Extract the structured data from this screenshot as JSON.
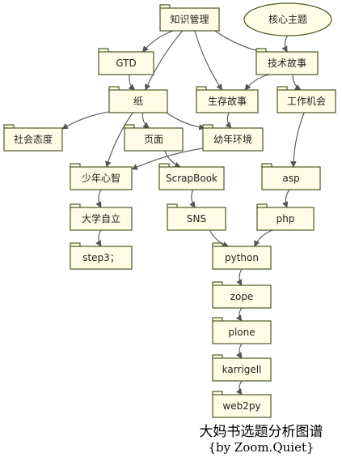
{
  "nodes": [
    {
      "id": "zhishi",
      "label": "知识管理",
      "shape": "folder"
    },
    {
      "id": "hexin",
      "label": "核心主题",
      "shape": "ellipse"
    },
    {
      "id": "gtd",
      "label": "GTD",
      "shape": "folder"
    },
    {
      "id": "jishu",
      "label": "技术故事",
      "shape": "folder"
    },
    {
      "id": "zhi",
      "label": "纸",
      "shape": "folder"
    },
    {
      "id": "shengcun",
      "label": "生存故事",
      "shape": "folder"
    },
    {
      "id": "gongzuo",
      "label": "工作机会",
      "shape": "folder"
    },
    {
      "id": "shehui",
      "label": "社会态度",
      "shape": "folder"
    },
    {
      "id": "yemian",
      "label": "页面",
      "shape": "folder"
    },
    {
      "id": "younian",
      "label": "幼年环境",
      "shape": "folder"
    },
    {
      "id": "shaonian",
      "label": "少年心智",
      "shape": "folder"
    },
    {
      "id": "scrapbook",
      "label": "ScrapBook",
      "shape": "folder"
    },
    {
      "id": "asp",
      "label": "asp",
      "shape": "folder"
    },
    {
      "id": "daxue",
      "label": "大学自立",
      "shape": "folder"
    },
    {
      "id": "sns",
      "label": "SNS",
      "shape": "folder"
    },
    {
      "id": "php",
      "label": "php",
      "shape": "folder"
    },
    {
      "id": "step3",
      "label": "step3；",
      "shape": "folder"
    },
    {
      "id": "python",
      "label": "python",
      "shape": "folder"
    },
    {
      "id": "zope",
      "label": "zope",
      "shape": "folder"
    },
    {
      "id": "plone",
      "label": "plone",
      "shape": "folder"
    },
    {
      "id": "karrigell",
      "label": "karrigell",
      "shape": "folder"
    },
    {
      "id": "web2py",
      "label": "web2py",
      "shape": "folder"
    }
  ],
  "edges": [
    [
      "zhishi",
      "gtd"
    ],
    [
      "zhishi",
      "zhi"
    ],
    [
      "zhishi",
      "shengcun"
    ],
    [
      "zhishi",
      "jishu"
    ],
    [
      "hexin",
      "jishu"
    ],
    [
      "jishu",
      "shengcun"
    ],
    [
      "jishu",
      "gongzuo"
    ],
    [
      "gtd",
      "zhi"
    ],
    [
      "zhi",
      "shehui"
    ],
    [
      "zhi",
      "yemian"
    ],
    [
      "zhi",
      "younian"
    ],
    [
      "zhi",
      "shaonian"
    ],
    [
      "shengcun",
      "younian"
    ],
    [
      "younian",
      "shaonian"
    ],
    [
      "yemian",
      "scrapbook"
    ],
    [
      "gongzuo",
      "asp"
    ],
    [
      "shaonian",
      "daxue"
    ],
    [
      "scrapbook",
      "sns"
    ],
    [
      "asp",
      "php"
    ],
    [
      "daxue",
      "step3"
    ],
    [
      "sns",
      "python"
    ],
    [
      "php",
      "python"
    ],
    [
      "python",
      "zope"
    ],
    [
      "zope",
      "plone"
    ],
    [
      "plone",
      "karrigell"
    ],
    [
      "karrigell",
      "web2py"
    ]
  ],
  "caption": {
    "title": "大妈书选题分析图谱",
    "author": "{by Zoom.Quiet}"
  },
  "colors": {
    "node_fill": "#fffde6",
    "node_stroke": "#4a5a22",
    "edge": "#555555"
  }
}
